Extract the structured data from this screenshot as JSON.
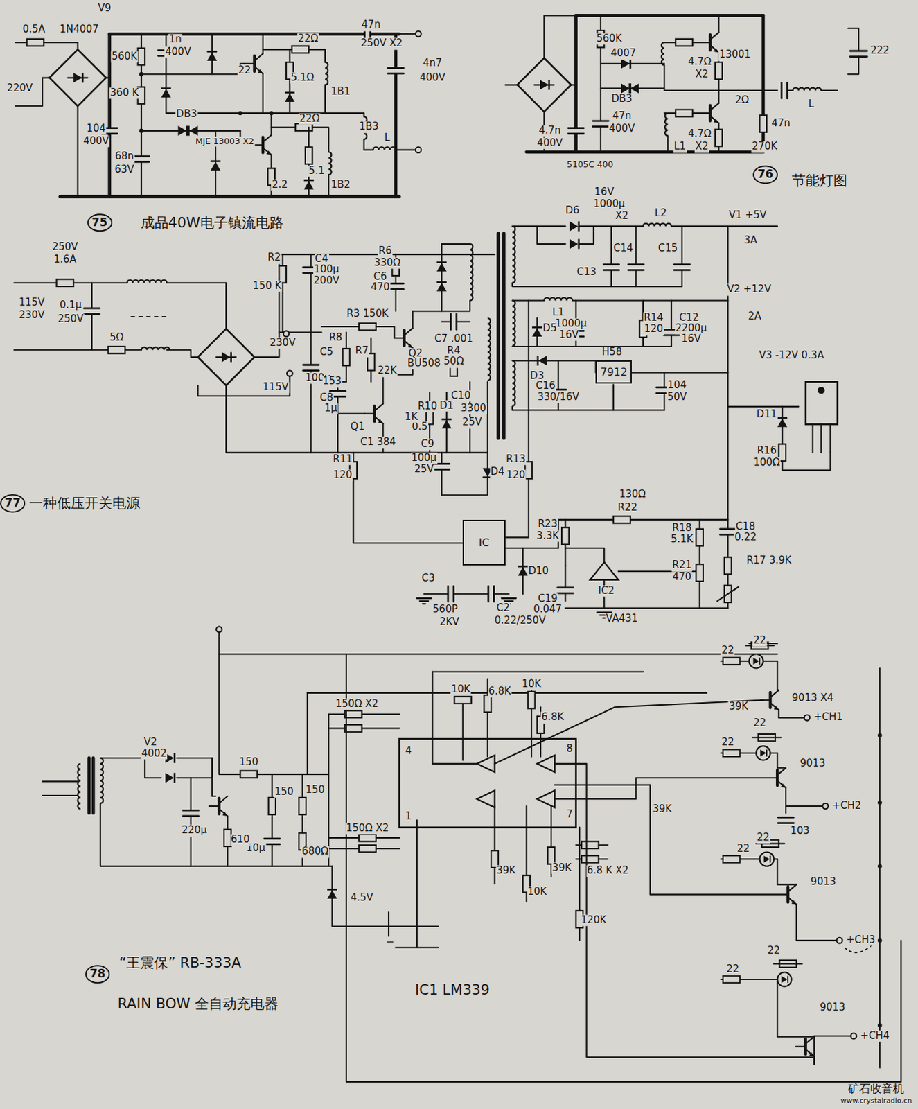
{
  "diagram": {
    "nodes": [
      {
        "text": [
          "IC"
        ]
      },
      {
        "text": [
          "7912"
        ]
      }
    ],
    "labels": [
      "0.5A",
      "1N4007",
      "V9",
      "220V",
      "560K",
      "1n",
      "400V",
      "360 K",
      "22Ω",
      "5.1Ω",
      "22",
      "1B1",
      "47n",
      "250V X2",
      "4n7",
      "400V",
      "DB3",
      "MJE 13003 X2",
      "104",
      "400V",
      "1B3",
      "L",
      "22Ω",
      "5.1",
      "1B2",
      "68n",
      "63V",
      "2.2",
      "75",
      "成品40W电子镇流电路",
      "560K",
      "4007",
      "13001",
      "4.7Ω",
      "X2",
      "DB3",
      "47n",
      "400V",
      "4.7n",
      "400V",
      "4.7Ω",
      "X2",
      "L1",
      "2Ω",
      "47n",
      "L",
      "270K",
      "222",
      "5105C 400",
      "76",
      "节能灯图",
      "250V",
      "1.6A",
      "115V",
      "230V",
      "0.1μ",
      "250V",
      "5Ω",
      "R2",
      "150 K",
      "C4",
      "100μ",
      "200V",
      "R6",
      "330Ω",
      "C6",
      "470",
      "R3 150K",
      "Q2",
      "C7 .001",
      "230V",
      "115V",
      "C5",
      "100μ",
      "R8",
      "R7",
      "22K",
      "BU508",
      "R4",
      "50Ω",
      "153",
      "C8",
      "1μ",
      "Q1",
      "R10",
      "D1",
      "0.5",
      "1K",
      "C10",
      "3300",
      "25V",
      "C1 384",
      "C9",
      "100μ",
      "25V",
      "D4",
      "R11",
      "120",
      "R13",
      "120",
      "D10",
      "C3",
      "560P",
      "2KV",
      "C2",
      "0.22/250V",
      "D6",
      "16V",
      "1000μ",
      "X2",
      "L2",
      "C13",
      "C14",
      "C15",
      "V1 +5V",
      "3A",
      "L1",
      "1000μ",
      "16V",
      "R14",
      "120",
      "C12",
      "2200μ",
      "16V",
      "V2 +12V",
      "2A",
      "D5",
      "D3",
      "C16",
      "330/16V",
      "H58",
      "104",
      "50V",
      "V3 -12V 0.3A",
      "D11",
      "R16",
      "100Ω",
      "130Ω",
      "R22",
      "R23",
      "3.3K",
      "R18",
      "5.1K",
      "C18",
      "0.22",
      "R17 3.9K",
      "R21",
      "470",
      "C19",
      "0.047",
      "IC2",
      "VA431",
      "77",
      "一种低压开关电源",
      "V2",
      "4002",
      "220μ",
      "150",
      "150",
      "150",
      "10μ",
      "680Ω",
      "610",
      "4.5V",
      "150Ω X2",
      "150Ω X2",
      "10K",
      "6.8K",
      "10K",
      "6.8K",
      "39K",
      "10K",
      "39K",
      "6.8 K X2",
      "120K",
      "4",
      "1",
      "8",
      "7",
      "22",
      "22",
      "9013 X4",
      "39K",
      "+CH1",
      "22",
      "22",
      "9013",
      "39K",
      "+CH2",
      "103",
      "22",
      "22",
      "9013",
      "+CH3",
      "22",
      "22",
      "9013",
      "+CH4",
      "78",
      "“王震保” RB-333A",
      "RAIN BOW 全自动充电器",
      "IC1 LM339",
      "−",
      "矿石收音机",
      "www.crystalradio.cn"
    ]
  }
}
